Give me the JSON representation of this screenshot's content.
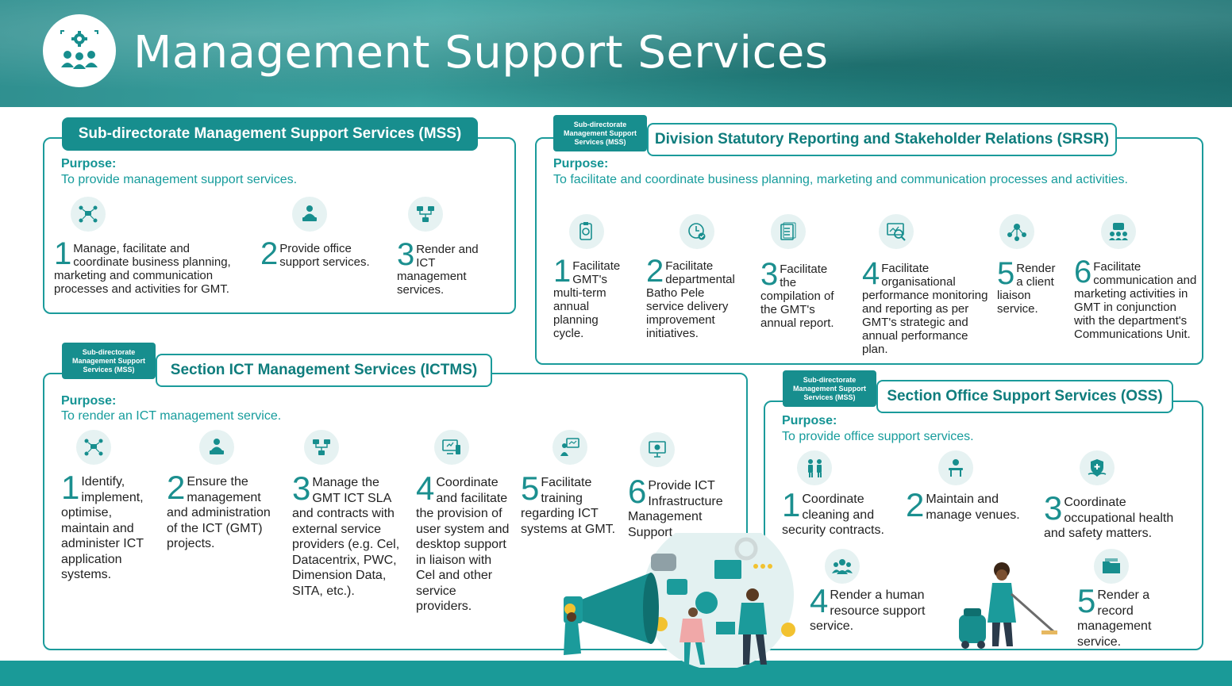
{
  "header": {
    "title": "Management Support Services",
    "logo_icon": "team-management-icon"
  },
  "colors": {
    "teal": "#1b9b9b",
    "dark_teal": "#0f7d7d",
    "banner": "#2f8f8f"
  },
  "mss": {
    "title": "Sub-directorate Management Support Services (MSS)",
    "purpose_label": "Purpose:",
    "purpose_text": "To provide management support services.",
    "items": [
      {
        "num": "1",
        "text": "Manage, facilitate and coordinate business planning, marketing and communication processes and activities for GMT."
      },
      {
        "num": "2",
        "text": "Provide office support services."
      },
      {
        "num": "3",
        "text": "Render and ICT management services."
      }
    ]
  },
  "srsr": {
    "sub_label": "Sub-directorate Management Support Services (MSS)",
    "title": "Division Statutory Reporting and Stakeholder Relations (SRSR)",
    "purpose_label": "Purpose:",
    "purpose_text": "To facilitate and coordinate business planning, marketing and communication processes and activities.",
    "items": [
      {
        "num": "1",
        "text": "Facilitate GMT's multi-term annual planning cycle."
      },
      {
        "num": "2",
        "text": "Facilitate departmental Batho Pele service delivery improvement initiatives."
      },
      {
        "num": "3",
        "text": "Facilitate the compilation of the GMT's annual report."
      },
      {
        "num": "4",
        "text": "Facilitate organisational performance monitoring and reporting as per GMT's strategic and annual performance plan."
      },
      {
        "num": "5",
        "text": "Render a client liaison service."
      },
      {
        "num": "6",
        "text": "Facilitate communication and marketing activities in GMT in conjunction with the department's Communications Unit."
      }
    ]
  },
  "ictms": {
    "sub_label": "Sub-directorate Management Support Services (MSS)",
    "title": "Section ICT Management Services (ICTMS)",
    "purpose_label": "Purpose:",
    "purpose_text": "To render an ICT management service.",
    "items": [
      {
        "num": "1",
        "text": "Identify, implement, optimise, maintain and administer ICT application systems."
      },
      {
        "num": "2",
        "text": "Ensure the management and administration of the ICT (GMT) projects."
      },
      {
        "num": "3",
        "text": "Manage the GMT ICT SLA and contracts with external service providers (e.g. Cel, Datacentrix, PWC, Dimension Data, SITA, etc.)."
      },
      {
        "num": "4",
        "text": "Coordinate and facilitate the provision of user system and desktop support in liaison with Cel and other service providers."
      },
      {
        "num": "5",
        "text": "Facilitate training regarding ICT systems at GMT."
      },
      {
        "num": "6",
        "text": "Provide ICT Infrastructure Management Support."
      }
    ]
  },
  "oss": {
    "sub_label": "Sub-directorate Management Support Services (MSS)",
    "title": "Section Office Support Services (OSS)",
    "purpose_label": "Purpose:",
    "purpose_text": "To provide office support services.",
    "items": [
      {
        "num": "1",
        "text": "Coordinate cleaning and security contracts."
      },
      {
        "num": "2",
        "text": "Maintain and manage venues."
      },
      {
        "num": "3",
        "text": "Coordinate occupational health and safety matters."
      },
      {
        "num": "4",
        "text": "Render a human resource support service."
      },
      {
        "num": "5",
        "text": "Render a record management service."
      }
    ]
  }
}
